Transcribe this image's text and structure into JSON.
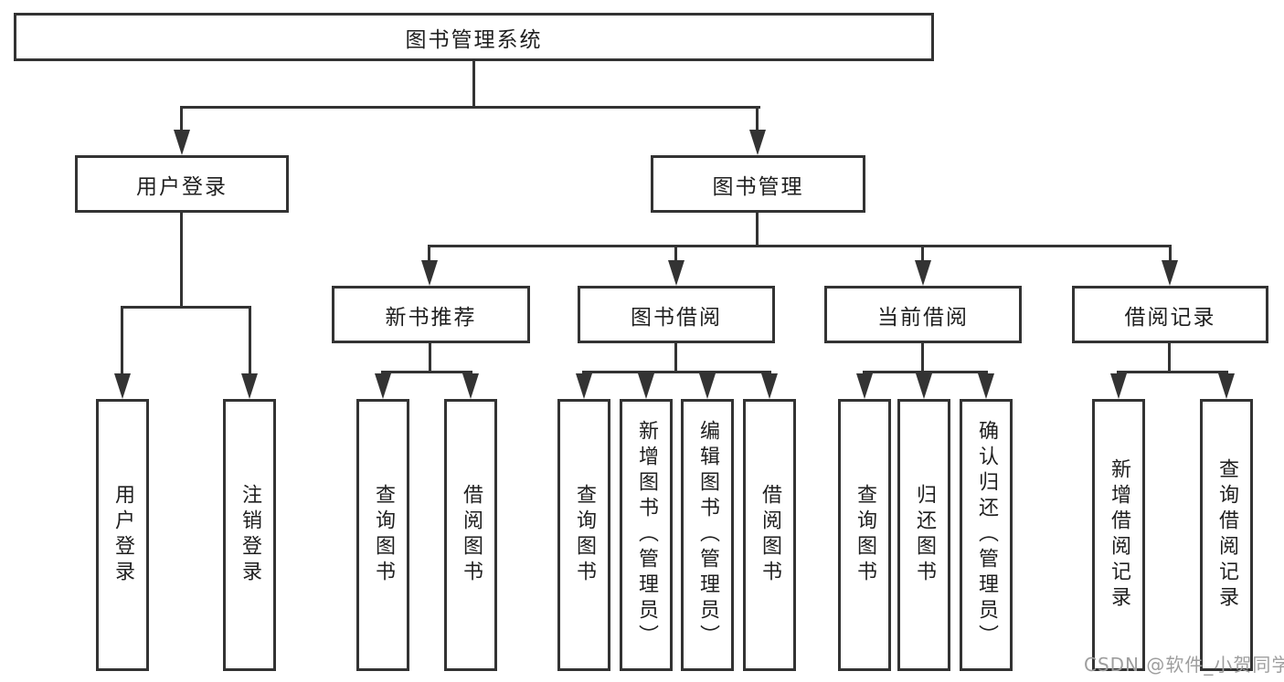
{
  "diagram_title": "图书管理系统",
  "watermark": "CSDN @软件_小贺同学",
  "colors": {
    "line": "#333333",
    "box_background": "#ffffff",
    "text": "#1f1f1f",
    "watermark": "#9e9e9e",
    "page_background": "#ffffff"
  },
  "tree": {
    "root": {
      "label": "图书管理系统"
    },
    "children": [
      {
        "label": "用户登录",
        "children": [
          {
            "label": "用户登录"
          },
          {
            "label": "注销登录"
          }
        ]
      },
      {
        "label": "图书管理",
        "children": [
          {
            "label": "新书推荐",
            "children": [
              {
                "label": "查询图书"
              },
              {
                "label": "借阅图书"
              }
            ]
          },
          {
            "label": "图书借阅",
            "children": [
              {
                "label": "查询图书"
              },
              {
                "label": "新增图书（管理员）"
              },
              {
                "label": "编辑图书（管理员）"
              },
              {
                "label": "借阅图书"
              }
            ]
          },
          {
            "label": "当前借阅",
            "children": [
              {
                "label": "查询图书"
              },
              {
                "label": "归还图书"
              },
              {
                "label": "确认归还（管理员）"
              }
            ]
          },
          {
            "label": "借阅记录",
            "children": [
              {
                "label": "新增借阅记录"
              },
              {
                "label": "查询借阅记录"
              }
            ]
          }
        ]
      }
    ]
  }
}
